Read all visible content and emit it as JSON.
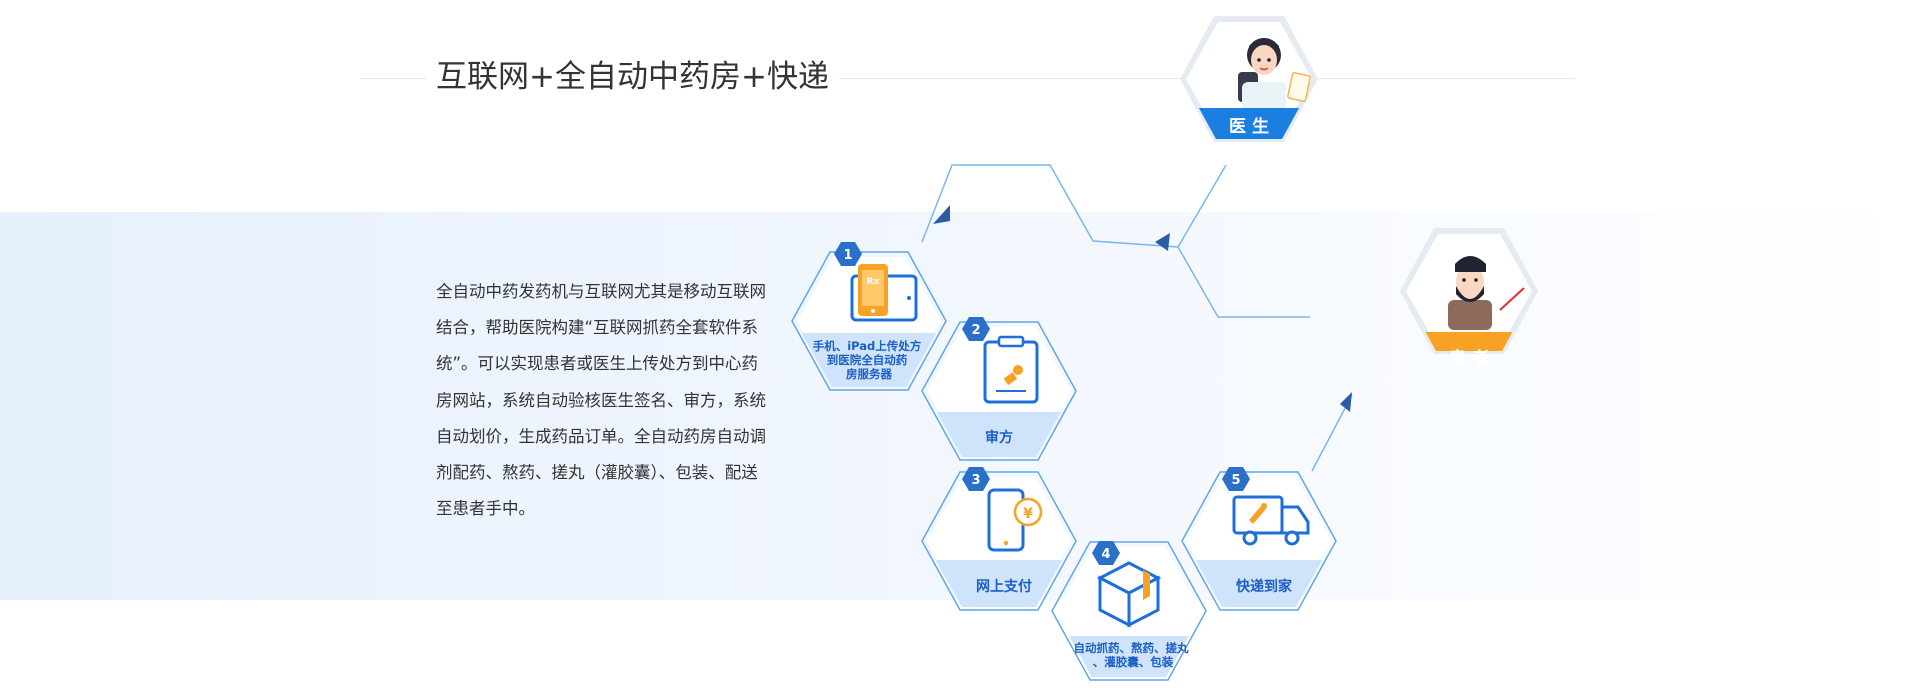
{
  "title": "互联网+全自动中药房+快递",
  "description": "全自动中药发药机与互联网尤其是移动互联网结合，帮助医院构建“互联网抓药全套软件系统”。可以实现患者或医生上传处方到中心药房网站，系统自动验核医生签名、审方，系统自动划价，生成药品订单。全自动药房自动调剂配药、熬药、搓丸（灌胶囊）、包装、配送至患者手中。",
  "actors": {
    "doctor": {
      "label": "医 生",
      "color": "#1a7fe0"
    },
    "patient": {
      "label": "患 者",
      "color": "#f7a224"
    }
  },
  "steps": [
    {
      "number": "1",
      "label_lines": [
        "手机、iPad上传处方",
        "到医院全自动药",
        "房服务器"
      ]
    },
    {
      "number": "2",
      "label_lines": [
        "审方"
      ]
    },
    {
      "number": "3",
      "label_lines": [
        "网上支付"
      ]
    },
    {
      "number": "4",
      "label_lines": [
        "自动抓药、熬药、搓丸",
        "、灌胶囊、包装"
      ]
    },
    {
      "number": "5",
      "label_lines": [
        "快递到家"
      ]
    }
  ],
  "icons": {
    "step1": "phone-tablet-rx-icon",
    "step2": "clipboard-approval-icon",
    "step3": "mobile-payment-icon",
    "step4": "package-box-icon",
    "step5": "delivery-truck-icon",
    "doctor": "doctor-avatar-icon",
    "patient": "patient-avatar-icon"
  },
  "colors": {
    "accent": "#1e6fd9",
    "badge": "#2a6fc8",
    "hex_outline": "#5fa7ea",
    "label_band": "#cfe3fa",
    "label_text": "#1c5fc4",
    "arrow": "#2a5ca8"
  }
}
